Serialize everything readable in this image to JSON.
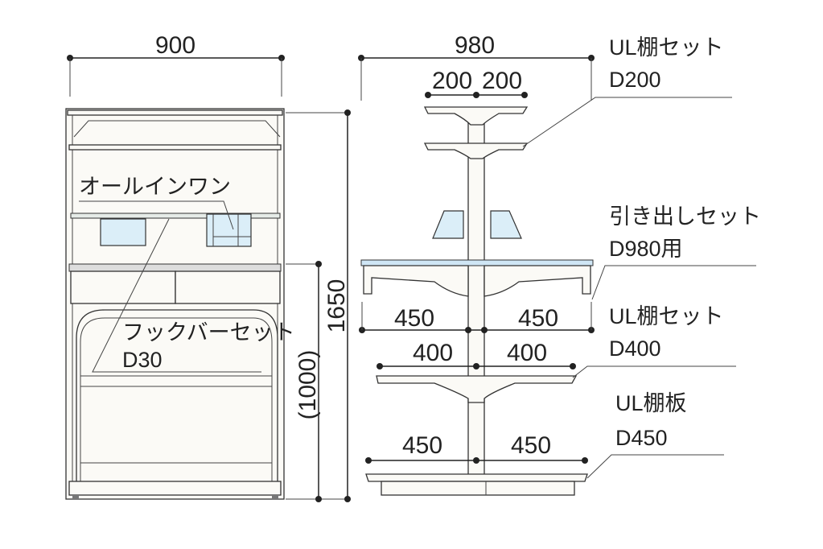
{
  "front_view": {
    "width_dim": "900",
    "height_dim": "1650",
    "counter_height_dim": "(1000)",
    "labels": {
      "all_in_one": "オールインワン",
      "hook_bar_set": "フックバーセット",
      "hook_bar_depth": "D30"
    }
  },
  "side_view": {
    "width_dim": "980",
    "top_shelf_dims": [
      "200",
      "200"
    ],
    "drawer_dims": [
      "450",
      "450"
    ],
    "mid_shelf_dims": [
      "400",
      "400"
    ],
    "base_shelf_dims": [
      "450",
      "450"
    ],
    "labels": {
      "ul_shelf_set_top": "UL棚セット",
      "ul_shelf_set_top_depth": "D200",
      "drawer_set": "引き出しセット",
      "drawer_set_depth": "D980用",
      "ul_shelf_set_mid": "UL棚セット",
      "ul_shelf_set_mid_depth": "D400",
      "ul_shelf_board": "UL棚板",
      "ul_shelf_board_depth": "D450"
    }
  },
  "colors": {
    "line": "#222222",
    "glass": "#dbeef8",
    "counter_top": "#cfe6f5"
  }
}
